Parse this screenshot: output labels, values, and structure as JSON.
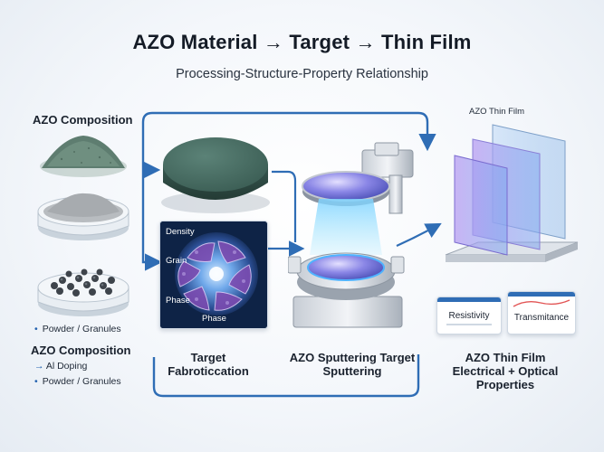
{
  "header": {
    "title": "AZO Material → Target → Thin Film",
    "subtitle": "Processing-Structure-Property Relationship"
  },
  "left": {
    "heading": "AZO Composition",
    "bullet1": "Powder / Granules",
    "heading2": "AZO Composition",
    "item_doping": "Al Doping",
    "item_powder": "Powder / Granules"
  },
  "micro": {
    "density": "Density",
    "grain": "Grain",
    "phase1": "Phase",
    "phase2": "Phase"
  },
  "captions": {
    "target_line1": "Target",
    "target_line2": "Fabroticcation",
    "sputter_line1": "AZO Sputtering Target",
    "sputter_line2": "Sputtering",
    "film_line1": "AZO Thin Film",
    "film_line2": "Electrical + Optical",
    "film_line3": "Properties"
  },
  "film": {
    "label": "AZO Thin Film",
    "resistivity": "Resistivity",
    "transmittance": "Transmitance"
  },
  "colors": {
    "arrow": "#2f6db5",
    "target_disk": "#3f6b62",
    "film_glass": "#7fb2e6"
  }
}
